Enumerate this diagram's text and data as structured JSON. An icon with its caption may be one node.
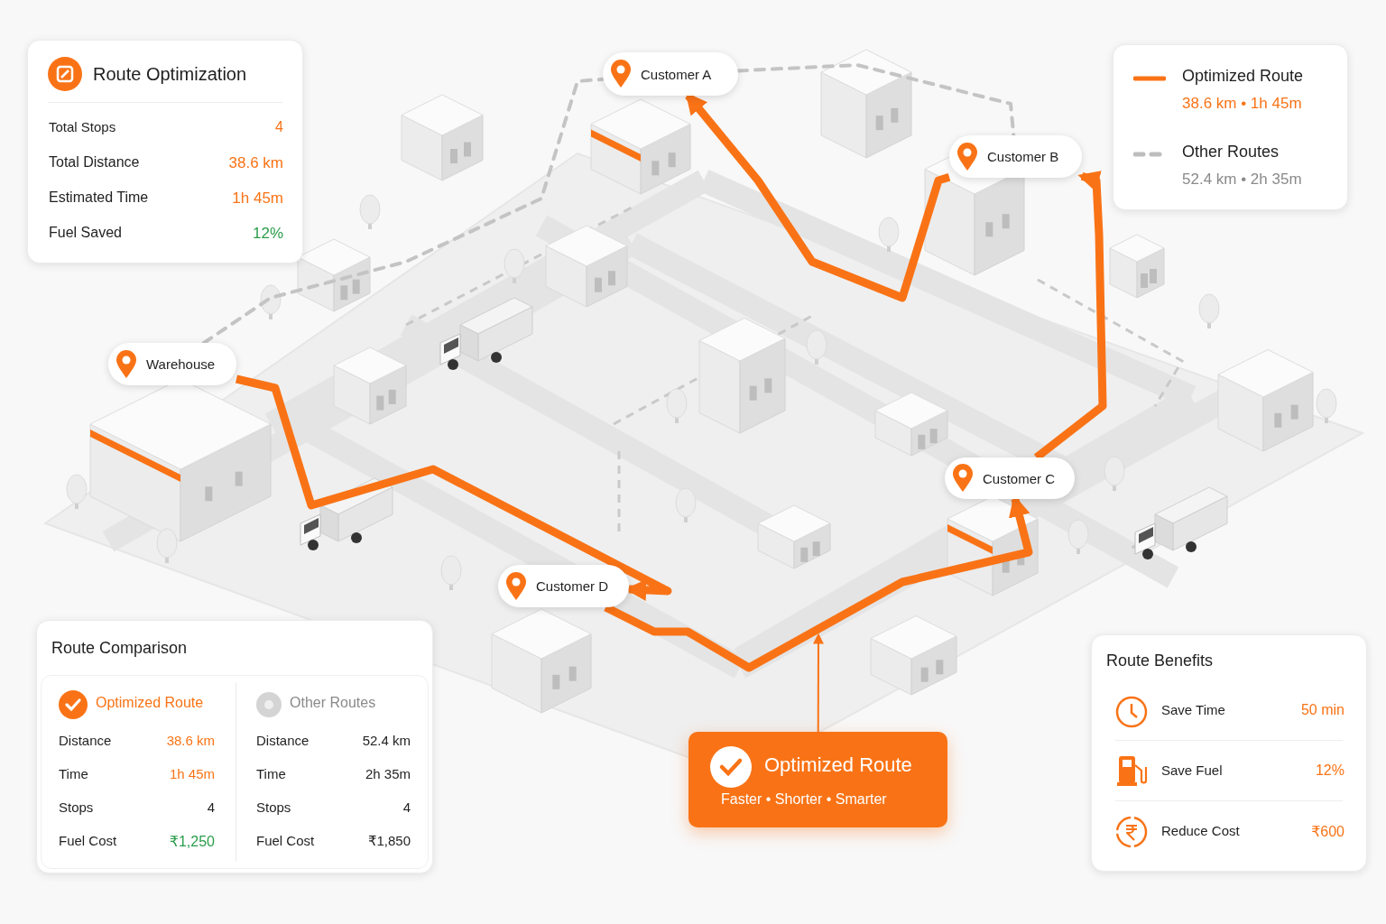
{
  "diagram": {
    "nodes": [
      {
        "text": [
          "Route Optimization"
        ]
      },
      {
        "text": [
          "Customer A"
        ]
      },
      {
        "text": [
          "Customer B"
        ]
      },
      {
        "text": [
          "Warehouse"
        ]
      },
      {
        "text": [
          "Customer C"
        ]
      },
      {
        "text": [
          "Customer D"
        ]
      },
      {
        "text": [
          "Route Comparison"
        ]
      },
      {
        "text": [
          "Optimized Route",
          "Faster • Shorter • Smarter"
        ]
      },
      {
        "text": [
          "Route Benefits"
        ]
      }
    ],
    "edges": [
      {
        "from": 3,
        "to": 5,
        "arrow": "to"
      },
      {
        "from": 5,
        "to": 4,
        "arrow": "to"
      },
      {
        "from": 4,
        "to": 2,
        "arrow": "to"
      },
      {
        "from": 2,
        "to": 1,
        "arrow": "to"
      },
      {
        "from": 3,
        "to": 1,
        "arrow": "none",
        "style": "dashed",
        "color": "#c4c4c4"
      },
      {
        "from": 1,
        "to": 2,
        "arrow": "none",
        "style": "dashed",
        "color": "#c4c4c4"
      },
      {
        "from": 7,
        "to": null,
        "arrow": "to"
      }
    ],
    "labels": [
      "Total Stops",
      "4",
      "Total Distance",
      "38.6 km",
      "Estimated Time",
      "1h 45m",
      "Fuel Saved",
      "12%",
      "38.6 km • 1h 45m",
      "52.4 km • 2h 35m",
      "Optimized Route",
      "Other Routes",
      "Distance",
      "38.6 km",
      "Distance",
      "52.4 km",
      "Time",
      "1h 45m",
      "Time",
      "2h 35m",
      "Stops",
      "4",
      "Stops",
      "4",
      "Fuel Cost",
      "₹1,250",
      "Fuel Cost",
      "₹1,850",
      "Save Time",
      "50 min",
      "Save Fuel",
      "12%",
      "Reduce Cost",
      "₹600"
    ],
    "legend": [
      {
        "text": "Optimized Route"
      },
      {
        "text": "Other Routes"
      }
    ]
  }
}
